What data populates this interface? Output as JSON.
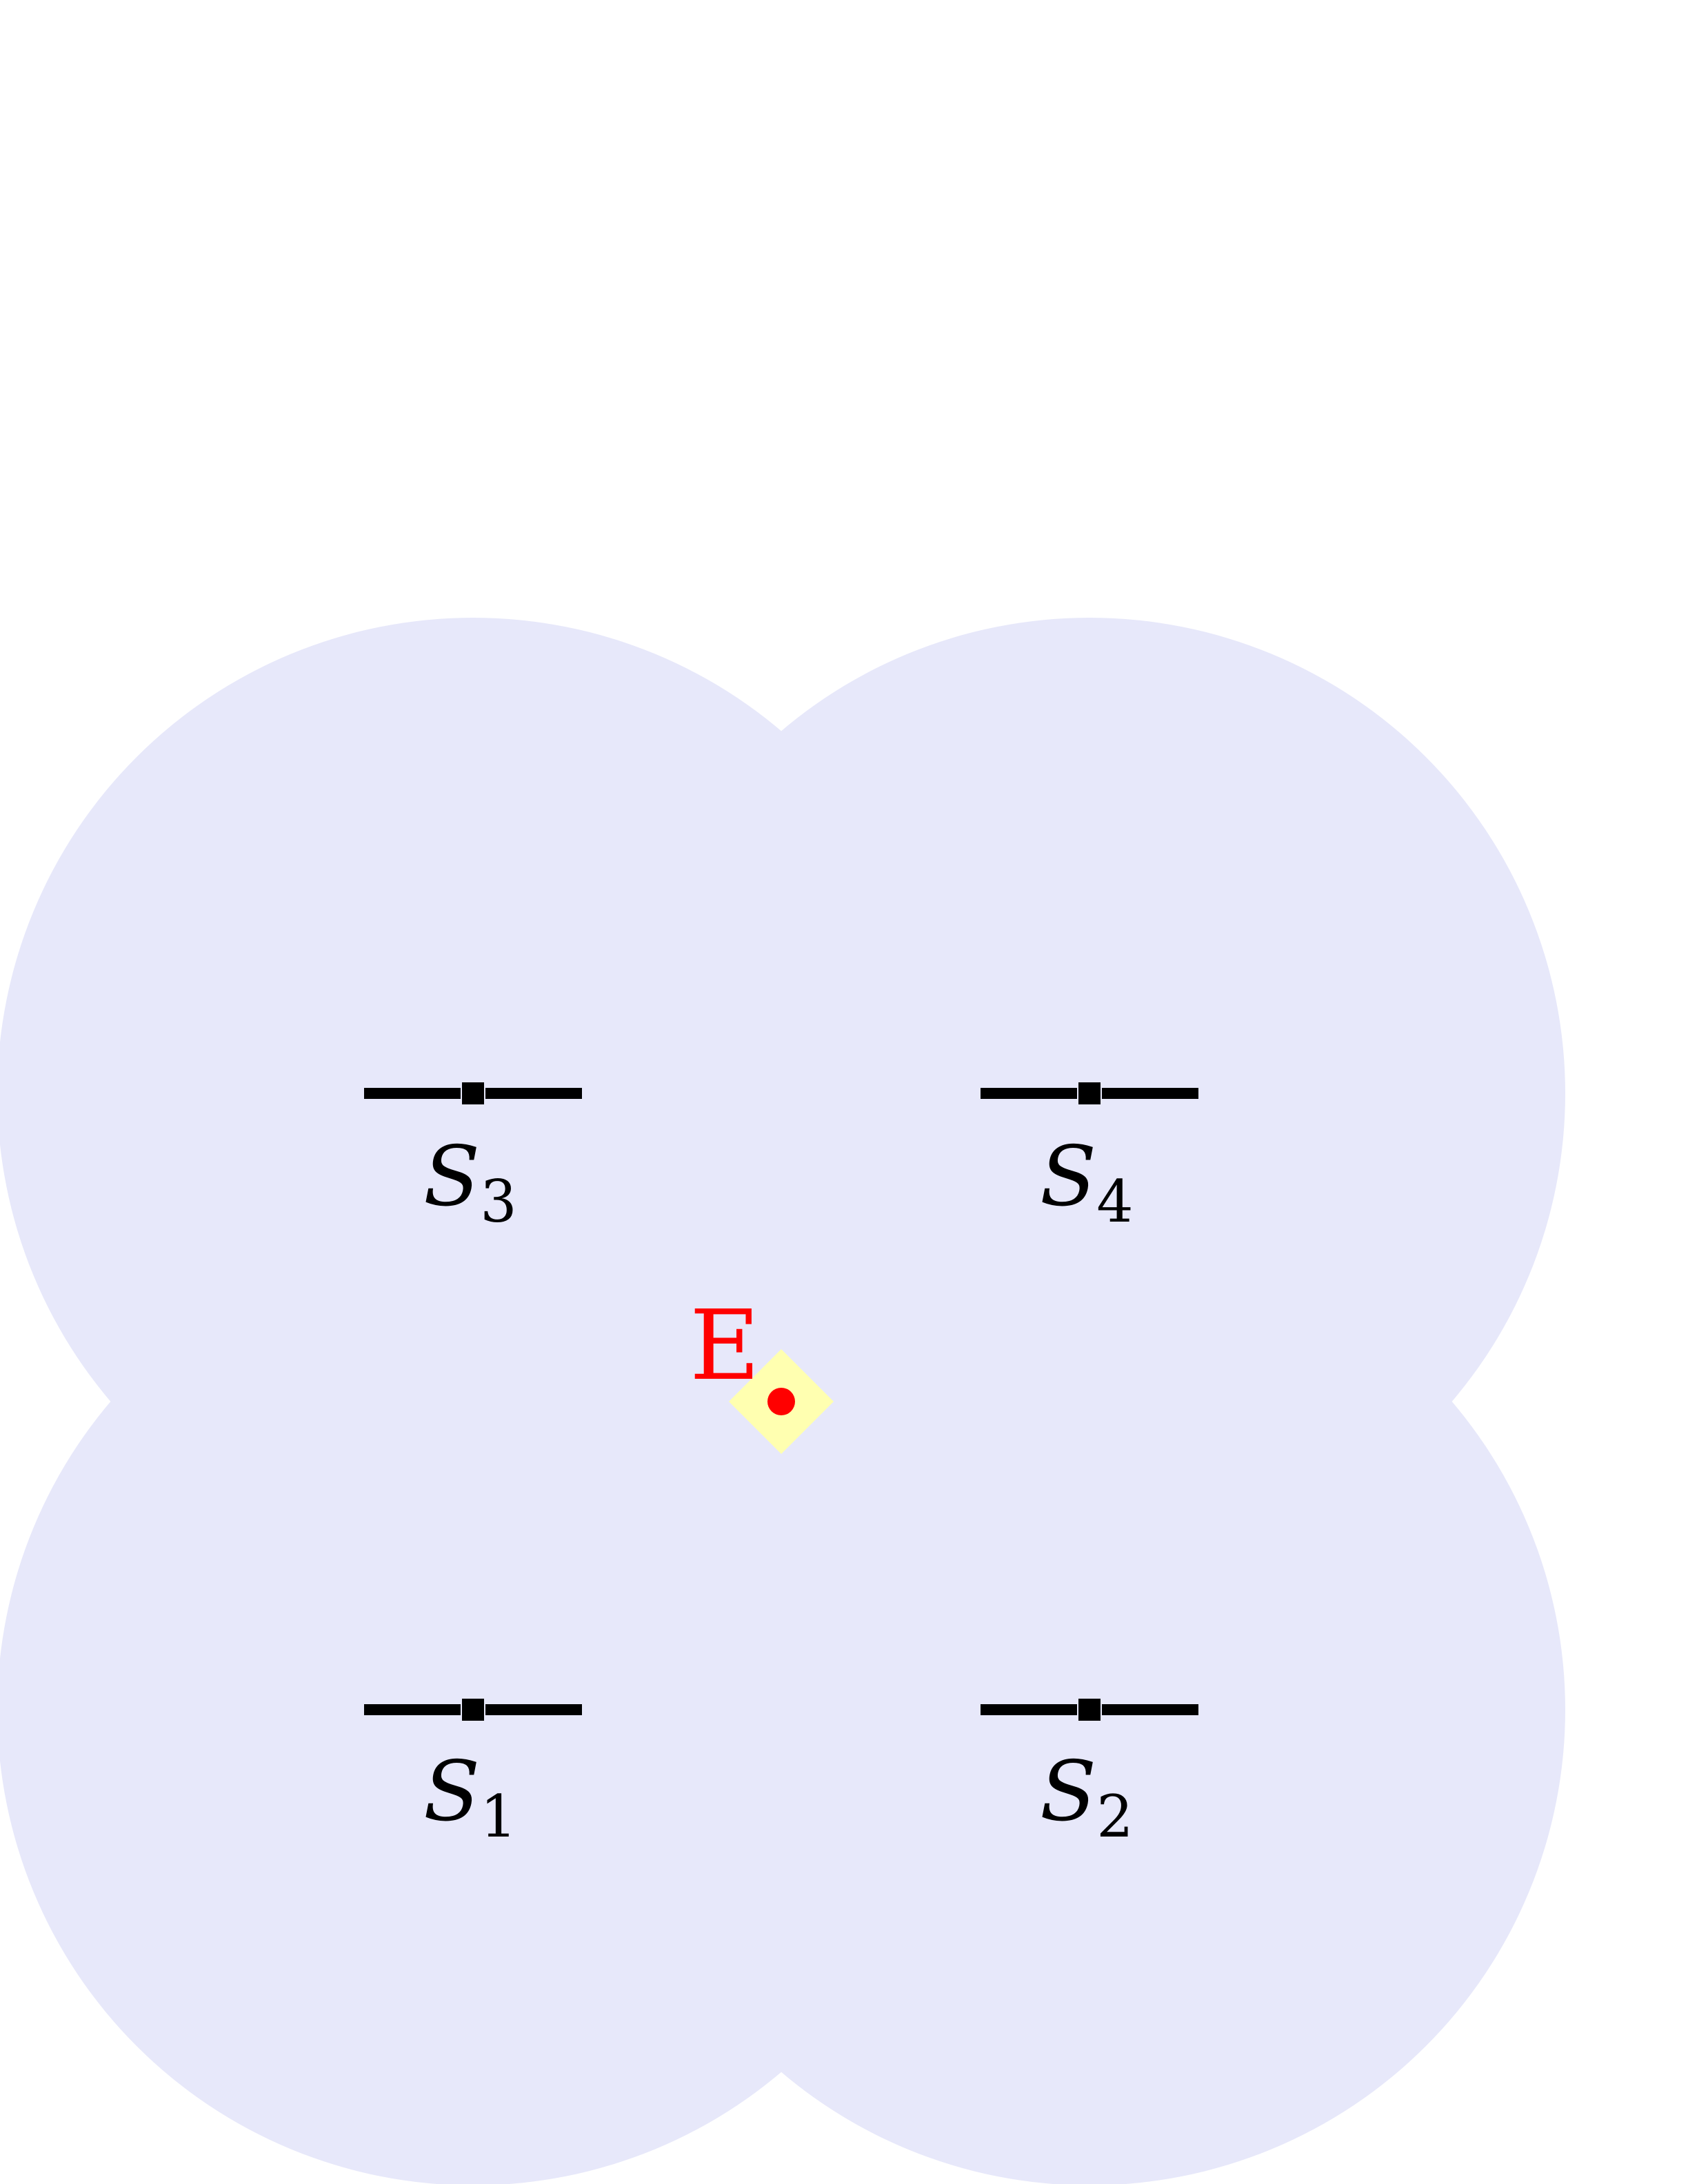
{
  "colors": {
    "coverage": "#e7e8fa",
    "sensor": "#000000",
    "event": "#ff0000",
    "event_zone": "#ffffb0"
  },
  "sensors": [
    {
      "id": "S1",
      "label": "S",
      "subscript": "1"
    },
    {
      "id": "S2",
      "label": "S",
      "subscript": "2"
    },
    {
      "id": "S3",
      "label": "S",
      "subscript": "3"
    },
    {
      "id": "S4",
      "label": "S",
      "subscript": "4"
    }
  ],
  "event": {
    "label": "E"
  }
}
